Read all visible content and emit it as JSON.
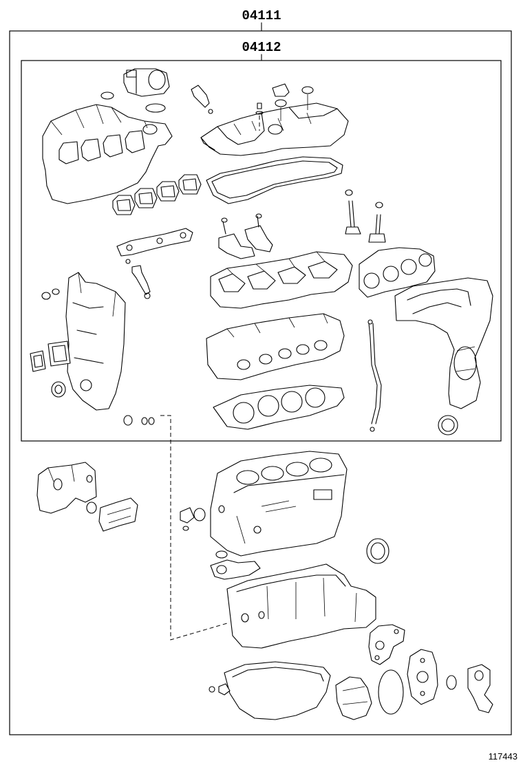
{
  "labels": {
    "outer_kit": "04111",
    "inner_kit": "04112",
    "ref_number": "117443"
  }
}
